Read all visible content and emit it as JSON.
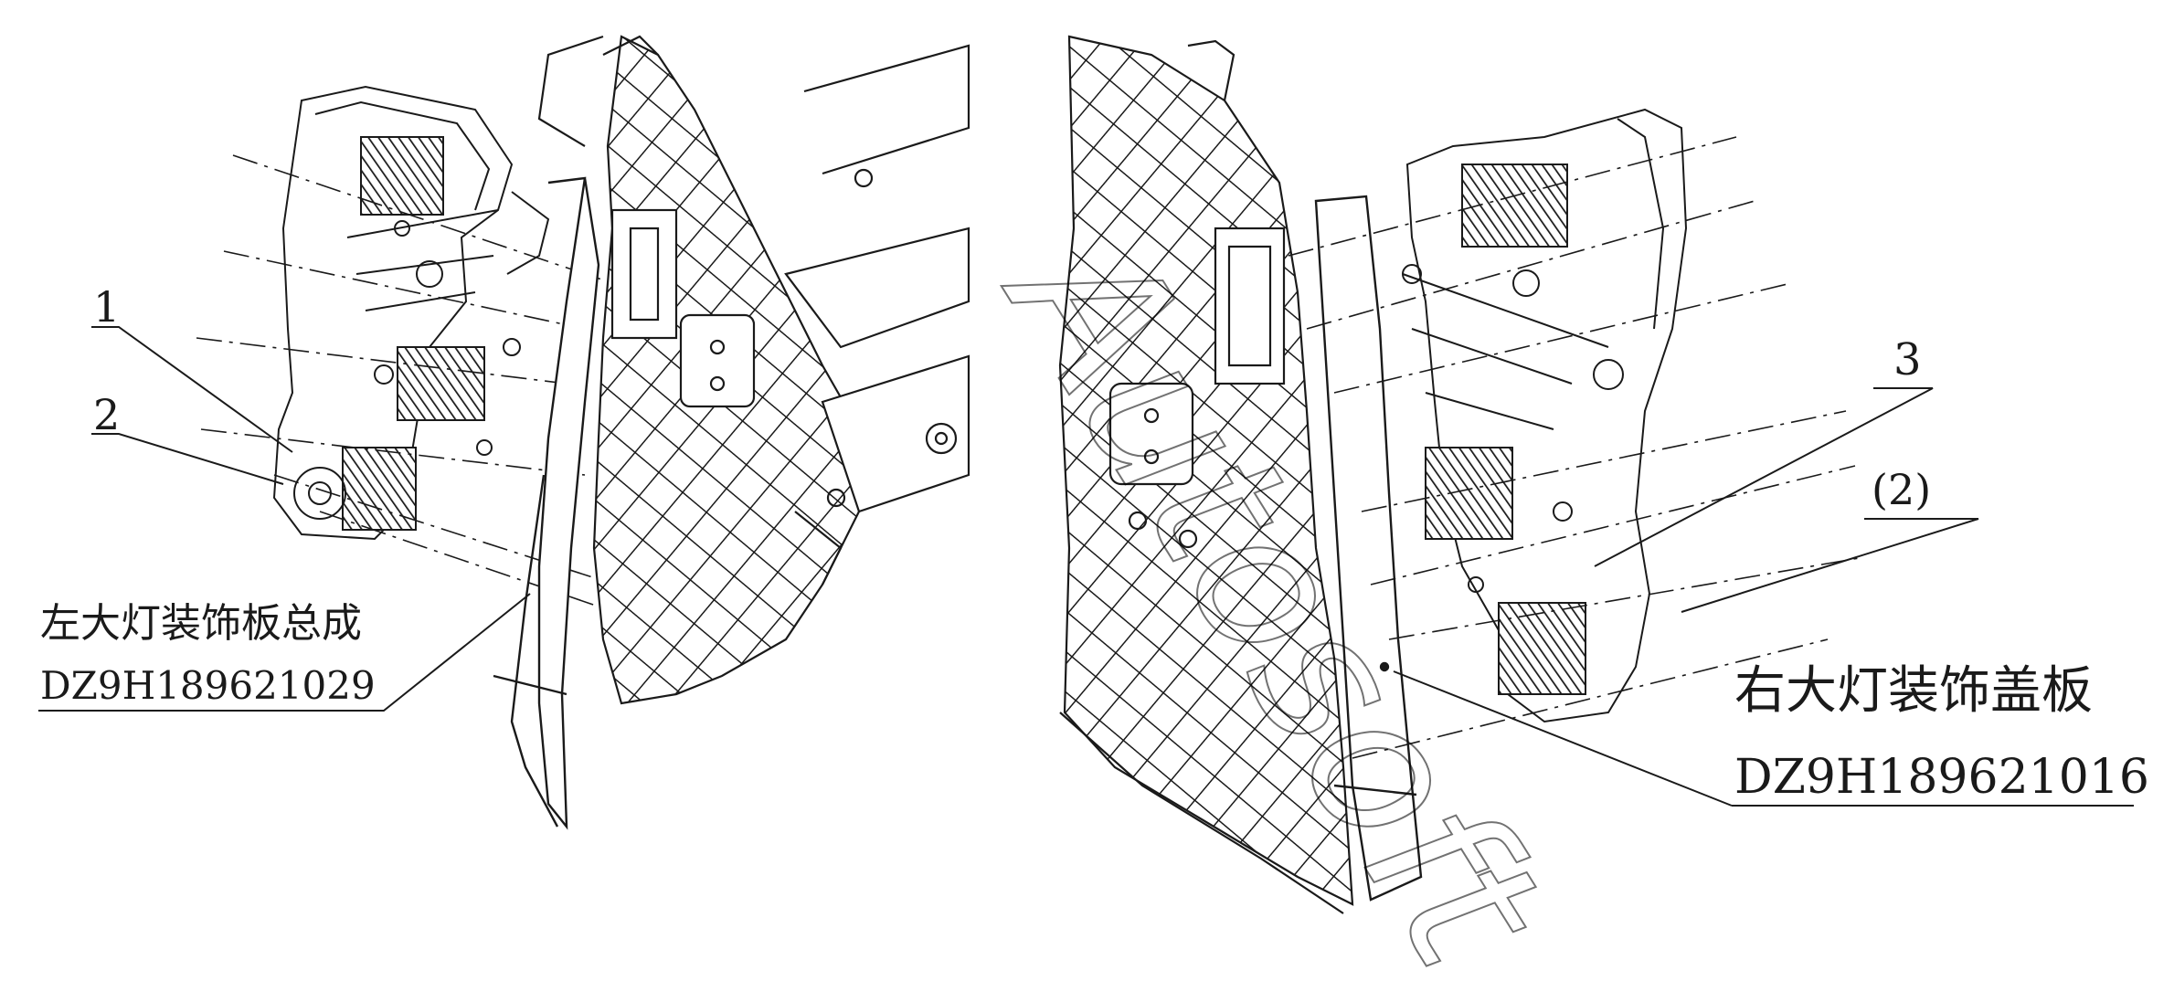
{
  "callouts": {
    "left": {
      "num1": "1",
      "num2": "2",
      "name": "左大灯装饰板总成",
      "part_no": "DZ9H189621029"
    },
    "right": {
      "num3": "3",
      "num_paren2": "(2)",
      "name": "右大灯装饰盖板",
      "part_no": "DZ9H189621016"
    }
  },
  "watermark": "Autosoft",
  "colors": {
    "line": "#1a1a1a",
    "hatch": "#2a2a2a",
    "paper": "#ffffff",
    "watermark": "#000000"
  }
}
